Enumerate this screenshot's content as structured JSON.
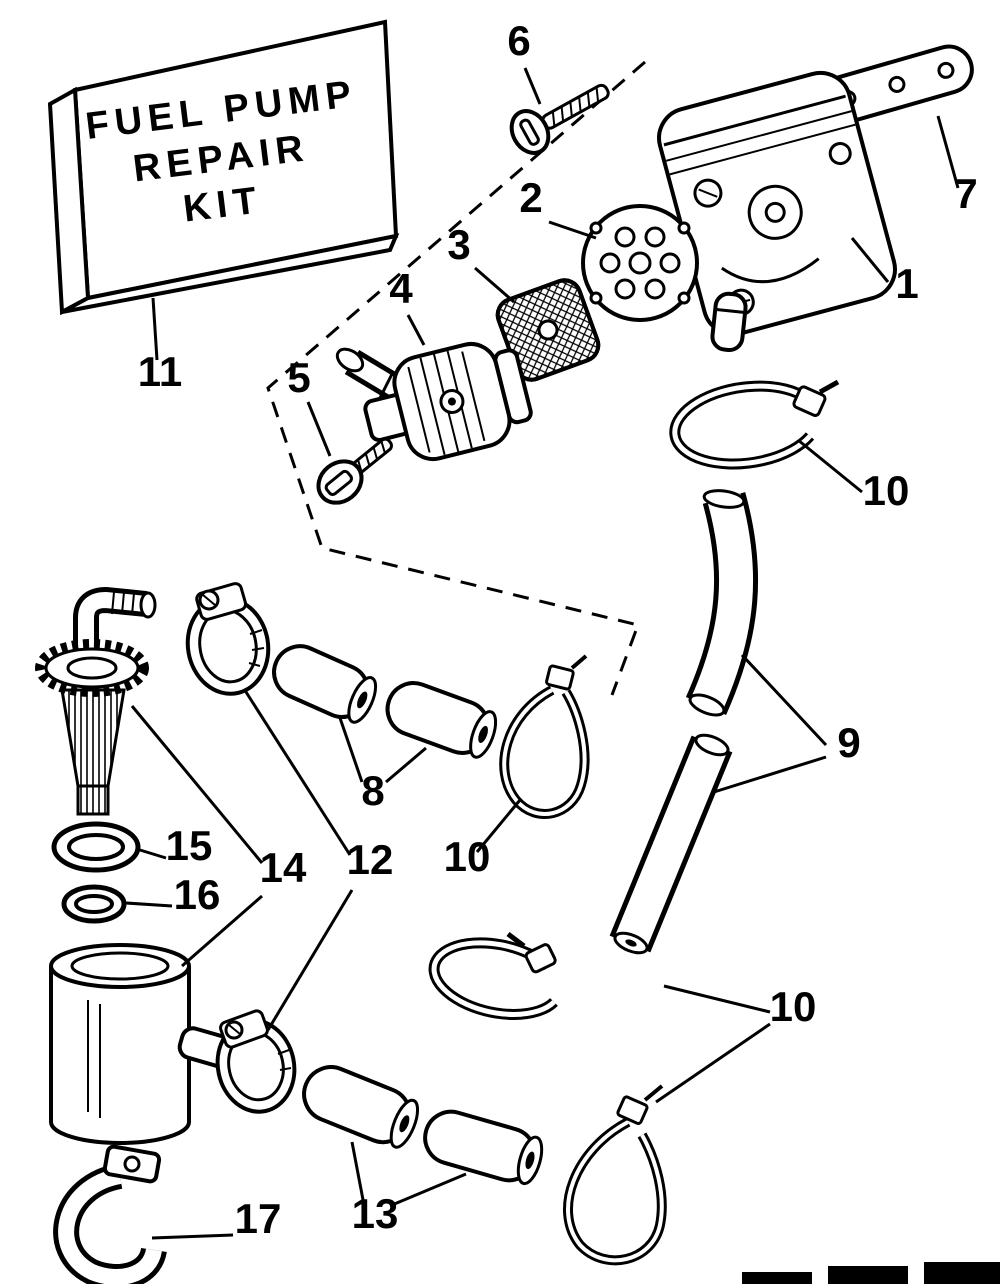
{
  "colors": {
    "ink": "#000000",
    "paper": "#ffffff"
  },
  "kit_box": {
    "line1": "FUEL PUMP",
    "line2": "REPAIR",
    "line3": "KIT"
  },
  "callouts": {
    "fuel_pump": "1",
    "gasket": "2",
    "filter_screen": "3",
    "fuel_connector": "4",
    "connector_screw": "5",
    "mounting_bolt": "6",
    "bracket": "7",
    "small_hoses": "8",
    "fuel_hoses": "9",
    "clamp_top": "10",
    "clamp_mid": "10",
    "clamp_left": "10",
    "repair_kit": "11",
    "worm_clamps": "12",
    "lower_hoses": "13",
    "filter_assembly": "14",
    "o_ring_large": "15",
    "o_ring_small": "16",
    "mounting_strap": "17"
  }
}
